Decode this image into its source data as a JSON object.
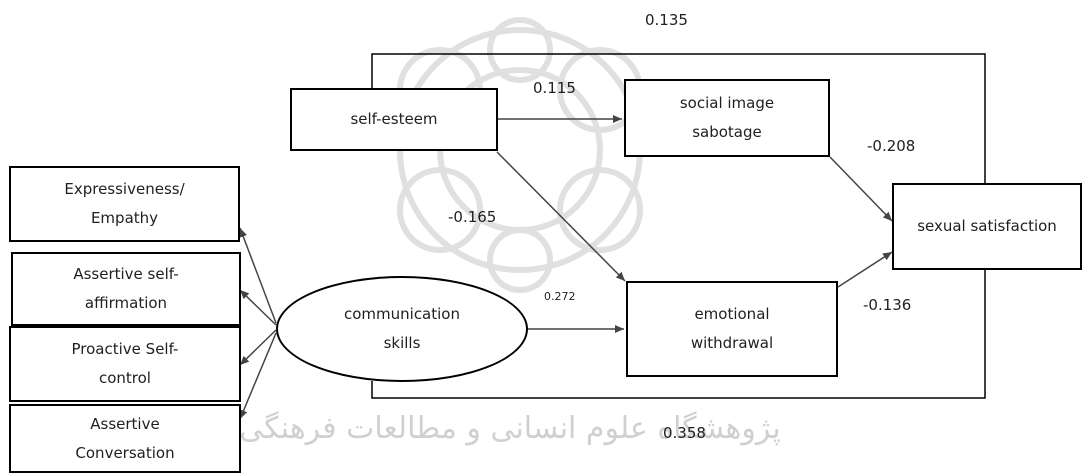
{
  "colors": {
    "line": "#000000",
    "arrow": "#444444",
    "text": "#1f1f1f",
    "watermark": "#c8c8c8"
  },
  "nodes": {
    "self_esteem": "self-esteem",
    "social_image": "social image\nsabotage",
    "emotional_withdrawal": "emotional\nwithdrawal",
    "sexual_satisfaction": "sexual satisfaction",
    "communication_skills": "communication\nskills",
    "expressiveness": "Expressiveness/\nEmpathy",
    "assertive_affirmation": "Assertive self-\naffirmation",
    "proactive": "Proactive Self-\ncontrol",
    "assertive_conversation": "Assertive\nConversation"
  },
  "paths": {
    "self_to_sexual": "0.135",
    "self_to_social": "0.115",
    "social_to_sexual": "-0.208",
    "self_to_emotional": "-0.165",
    "comm_to_emotional": "0.272",
    "emotional_to_sexual": "-0.136",
    "comm_to_sexual": "0.358"
  },
  "watermark_text": "پژوهشگاه علوم انسانی و مطالعات فرهنگی"
}
